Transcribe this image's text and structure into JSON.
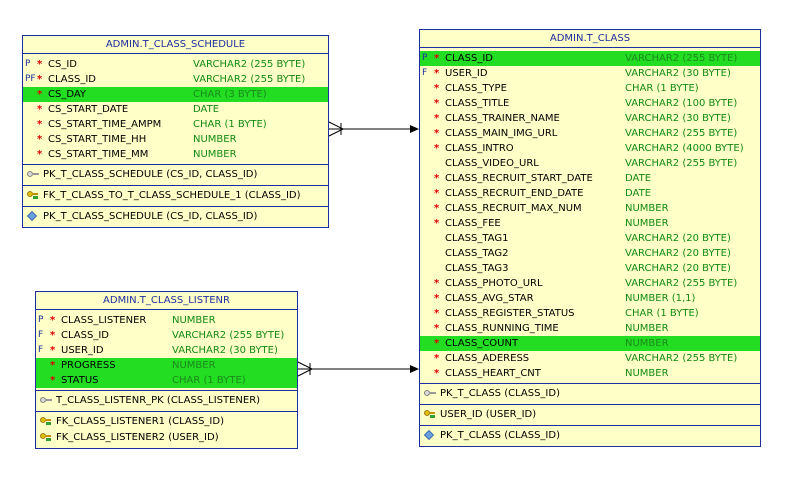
{
  "tables": {
    "schedule": {
      "title": "ADMIN.T_CLASS_SCHEDULE",
      "columns": [
        {
          "key": "P",
          "req": "*",
          "name": "CS_ID",
          "type": "VARCHAR2 (255 BYTE)",
          "hl": false
        },
        {
          "key": "PF",
          "req": "*",
          "name": "CLASS_ID",
          "type": "VARCHAR2 (255 BYTE)",
          "hl": false
        },
        {
          "key": "",
          "req": "*",
          "name": "CS_DAY",
          "type": "CHAR (3 BYTE)",
          "hl": true
        },
        {
          "key": "",
          "req": "*",
          "name": "CS_START_DATE",
          "type": "DATE",
          "hl": false
        },
        {
          "key": "",
          "req": "*",
          "name": "CS_START_TIME_AMPM",
          "type": "CHAR (1 BYTE)",
          "hl": false
        },
        {
          "key": "",
          "req": "*",
          "name": "CS_START_TIME_HH",
          "type": "NUMBER",
          "hl": false
        },
        {
          "key": "",
          "req": "*",
          "name": "CS_START_TIME_MM",
          "type": "NUMBER",
          "hl": false
        }
      ],
      "pk": "PK_T_CLASS_SCHEDULE (CS_ID, CLASS_ID)",
      "fks": [
        "FK_T_CLASS_TO_T_CLASS_SCHEDULE_1 (CLASS_ID)"
      ],
      "idx": "PK_T_CLASS_SCHEDULE (CS_ID, CLASS_ID)"
    },
    "listener": {
      "title": "ADMIN.T_CLASS_LISTENR",
      "columns": [
        {
          "key": "P",
          "req": "*",
          "name": "CLASS_LISTENER",
          "type": "NUMBER",
          "hl": false
        },
        {
          "key": "F",
          "req": "*",
          "name": "CLASS_ID",
          "type": "VARCHAR2 (255 BYTE)",
          "hl": false
        },
        {
          "key": "F",
          "req": "*",
          "name": "USER_ID",
          "type": "VARCHAR2 (30 BYTE)",
          "hl": false
        },
        {
          "key": "",
          "req": "*",
          "name": "PROGRESS",
          "type": "NUMBER",
          "hl": true
        },
        {
          "key": "",
          "req": "*",
          "name": "STATUS",
          "type": "CHAR (1 BYTE)",
          "hl": true
        }
      ],
      "pk": "T_CLASS_LISTENR_PK (CLASS_LISTENER)",
      "fks": [
        "FK_CLASS_LISTENER1 (CLASS_ID)",
        "FK_CLASS_LISTENER2 (USER_ID)"
      ],
      "idx": ""
    },
    "tclass": {
      "title": "ADMIN.T_CLASS",
      "columns": [
        {
          "key": "P",
          "req": "*",
          "name": "CLASS_ID",
          "type": "VARCHAR2 (255 BYTE)",
          "hl": true
        },
        {
          "key": "F",
          "req": "*",
          "name": "USER_ID",
          "type": "VARCHAR2 (30 BYTE)",
          "hl": false
        },
        {
          "key": "",
          "req": "*",
          "name": "CLASS_TYPE",
          "type": "CHAR (1 BYTE)",
          "hl": false
        },
        {
          "key": "",
          "req": "*",
          "name": "CLASS_TITLE",
          "type": "VARCHAR2 (100 BYTE)",
          "hl": false
        },
        {
          "key": "",
          "req": "*",
          "name": "CLASS_TRAINER_NAME",
          "type": "VARCHAR2 (30 BYTE)",
          "hl": false
        },
        {
          "key": "",
          "req": "*",
          "name": "CLASS_MAIN_IMG_URL",
          "type": "VARCHAR2 (255 BYTE)",
          "hl": false
        },
        {
          "key": "",
          "req": "*",
          "name": "CLASS_INTRO",
          "type": "VARCHAR2 (4000 BYTE)",
          "hl": false
        },
        {
          "key": "",
          "req": "",
          "name": "CLASS_VIDEO_URL",
          "type": "VARCHAR2 (255 BYTE)",
          "hl": false
        },
        {
          "key": "",
          "req": "*",
          "name": "CLASS_RECRUIT_START_DATE",
          "type": "DATE",
          "hl": false
        },
        {
          "key": "",
          "req": "*",
          "name": "CLASS_RECRUIT_END_DATE",
          "type": "DATE",
          "hl": false
        },
        {
          "key": "",
          "req": "*",
          "name": "CLASS_RECRUIT_MAX_NUM",
          "type": "NUMBER",
          "hl": false
        },
        {
          "key": "",
          "req": "*",
          "name": "CLASS_FEE",
          "type": "NUMBER",
          "hl": false
        },
        {
          "key": "",
          "req": "",
          "name": "CLASS_TAG1",
          "type": "VARCHAR2 (20 BYTE)",
          "hl": false
        },
        {
          "key": "",
          "req": "",
          "name": "CLASS_TAG2",
          "type": "VARCHAR2 (20 BYTE)",
          "hl": false
        },
        {
          "key": "",
          "req": "",
          "name": "CLASS_TAG3",
          "type": "VARCHAR2 (20 BYTE)",
          "hl": false
        },
        {
          "key": "",
          "req": "*",
          "name": "CLASS_PHOTO_URL",
          "type": "VARCHAR2 (255 BYTE)",
          "hl": false
        },
        {
          "key": "",
          "req": "*",
          "name": "CLASS_AVG_STAR",
          "type": "NUMBER (1,1)",
          "hl": false
        },
        {
          "key": "",
          "req": "*",
          "name": "CLASS_REGISTER_STATUS",
          "type": "CHAR (1 BYTE)",
          "hl": false
        },
        {
          "key": "",
          "req": "*",
          "name": "CLASS_RUNNING_TIME",
          "type": "NUMBER",
          "hl": false
        },
        {
          "key": "",
          "req": "*",
          "name": "CLASS_COUNT",
          "type": "NUMBER",
          "hl": true
        },
        {
          "key": "",
          "req": "*",
          "name": "CLASS_ADERESS",
          "type": "VARCHAR2 (255 BYTE)",
          "hl": false
        },
        {
          "key": "",
          "req": "*",
          "name": "CLASS_HEART_CNT",
          "type": "NUMBER",
          "hl": false
        }
      ],
      "pk": "PK_T_CLASS (CLASS_ID)",
      "fks": [
        "USER_ID (USER_ID)"
      ],
      "idx": "PK_T_CLASS (CLASS_ID)"
    }
  },
  "colors": {
    "border": "#1c2ea0",
    "fill": "#ffffc8",
    "highlight": "#22dd22",
    "type_text": "#128a12",
    "required": "#e00000"
  }
}
